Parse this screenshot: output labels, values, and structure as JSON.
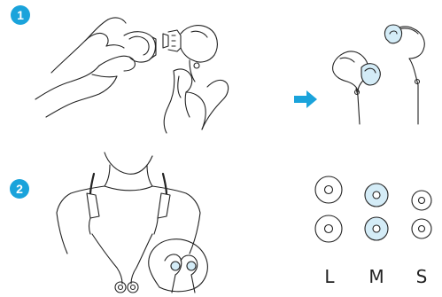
{
  "steps": [
    {
      "number": "1"
    },
    {
      "number": "2"
    }
  ],
  "ear_tip_sizes": {
    "labels": [
      "L",
      "M",
      "S"
    ],
    "preinstalled": "M"
  },
  "colors": {
    "accent": "#1aa3db",
    "line": "#222222",
    "highlight_fill": "#d4ecf7"
  },
  "icons": {
    "arrow": "right-arrow-icon"
  }
}
